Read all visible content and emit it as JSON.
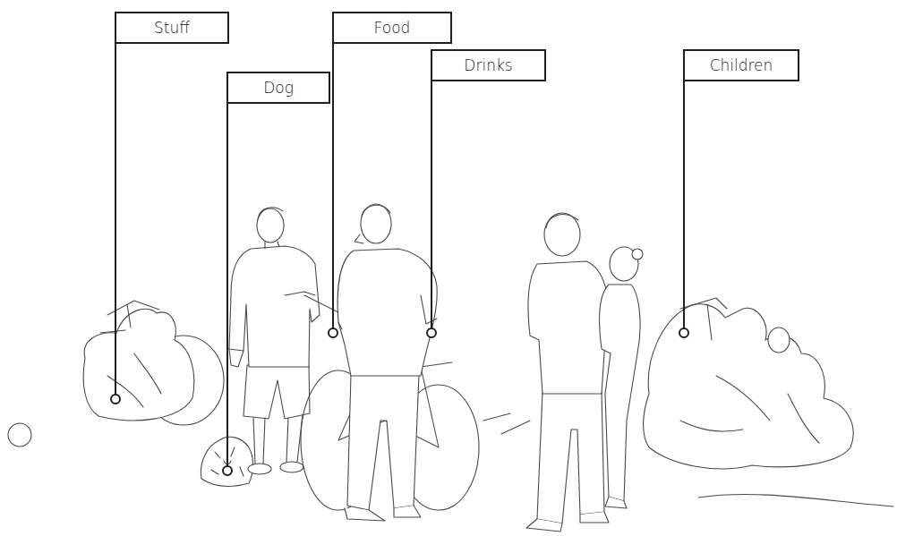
{
  "diagram": {
    "nodes": [
      {
        "text": [
          "Stuff"
        ]
      },
      {
        "text": [
          "Dog"
        ]
      },
      {
        "text": [
          "Food"
        ]
      },
      {
        "text": [
          "Drinks"
        ]
      },
      {
        "text": [
          "Children"
        ]
      }
    ]
  }
}
